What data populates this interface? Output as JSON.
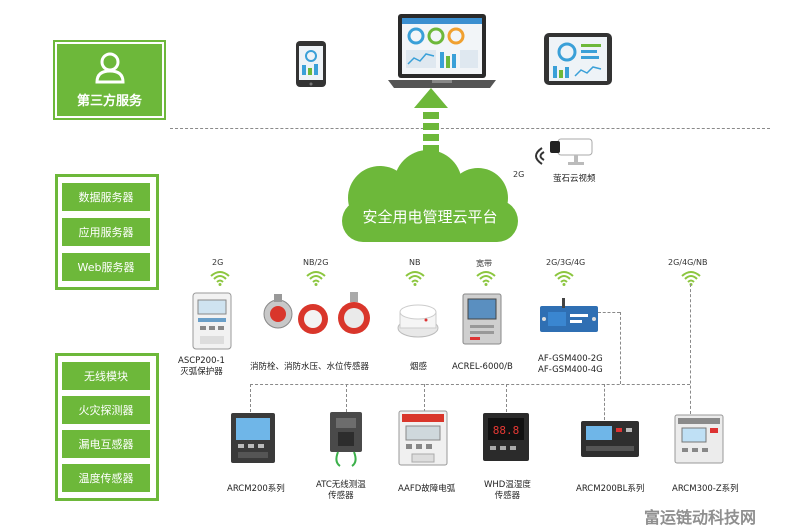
{
  "third_party": {
    "label": "第三方服务",
    "icon": "user-icon"
  },
  "servers": [
    "数据服务器",
    "应用服务器",
    "Web服务器"
  ],
  "modules": [
    "无线模块",
    "火灾探测器",
    "漏电互感器",
    "温度传感器"
  ],
  "cloud": {
    "label": "安全用电管理云平台",
    "color": "#6db83a"
  },
  "camera": {
    "label": "萤石云视频",
    "network": "2G"
  },
  "top_devices": [
    {
      "network": "2G",
      "label": "ASCP200-1\n灭弧保护器"
    },
    {
      "network": "NB/2G",
      "label": "消防栓、消防水压、水位传感器"
    },
    {
      "network": "NB",
      "label": "烟感"
    },
    {
      "network": "宽带",
      "label": "ACREL-6000/B"
    },
    {
      "network": "2G/3G/4G",
      "label": "AF-GSM400-2G\nAF-GSM400-4G"
    },
    {
      "network": "2G/4G/NB",
      "label": ""
    }
  ],
  "bottom_devices": [
    {
      "label": "ARCM200系列"
    },
    {
      "label": "ATC无线测温\n传感器"
    },
    {
      "label": "AAFD故障电弧"
    },
    {
      "label": "WHD温湿度\n传感器"
    },
    {
      "label": "ARCM200BL系列"
    },
    {
      "label": "ARCM300-Z系列"
    }
  ],
  "watermark": "富运链动科技网",
  "colors": {
    "green": "#6db83a",
    "wifi": "#8cc63f",
    "dashed": "#8a8a8a"
  }
}
